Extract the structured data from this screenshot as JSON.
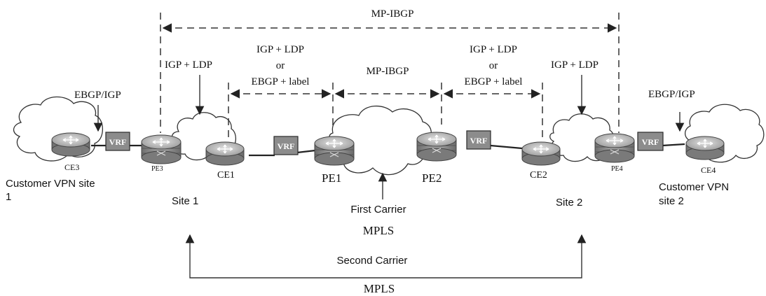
{
  "labels": {
    "mp_ibgp_top": "MP-IBGP",
    "mp_ibgp_mid": "MP-IBGP",
    "igp_ldp_site1": "IGP + LDP",
    "igp_ldp_site2": "IGP + LDP",
    "ce1_pe1_line1": "IGP + LDP",
    "ce1_pe1_line2": "or",
    "ce1_pe1_line3": "EBGP + label",
    "pe2_ce2_line1": "IGP + LDP",
    "pe2_ce2_line2": "or",
    "pe2_ce2_line3": "EBGP + label",
    "ebgp_igp_left": "EBGP/IGP",
    "ebgp_igp_right": "EBGP/IGP",
    "vrf": "VRF",
    "ce3": "CE3",
    "pe3": "PE3",
    "ce1": "CE1",
    "pe1": "PE1",
    "pe2": "PE2",
    "ce2": "CE2",
    "pe4": "PE4",
    "ce4": "CE4",
    "customer_site1_line1": "Customer VPN site",
    "customer_site1_line2": "1",
    "customer_site2_line1": "Customer VPN",
    "customer_site2_line2": "site 2",
    "site1": "Site 1",
    "site2": "Site 2",
    "first_carrier": "First Carrier",
    "mpls_first": "MPLS",
    "second_carrier": "Second Carrier",
    "mpls_second": "MPLS"
  },
  "colors": {
    "router_body": "#8f8f8f",
    "router_top": "#bdbdbd",
    "vrf_fill": "#8c8c8c",
    "line": "#333333"
  }
}
